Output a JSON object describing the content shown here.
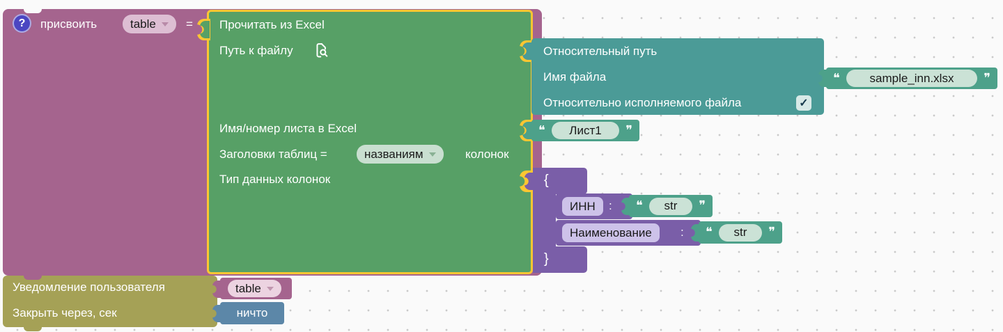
{
  "colors": {
    "background": "#fafafa",
    "grid_dot": "#c9c9c9",
    "assign_block": "#a5648e",
    "excel_block": "#57a066",
    "selection_outline": "#fcc632",
    "relative_path_block": "#4b9b97",
    "string_block": "#4da18a",
    "dict_block": "#7a5ea8",
    "notify_block": "#a5a156",
    "nothing_block": "#5c87a8",
    "help_icon_bg": "#4b46c2",
    "field_pink": "#ddbed3",
    "field_green": "#c9dfd0",
    "field_light_green": "#cbe2d6",
    "field_lavender": "#cdc2e9",
    "checkbox_bg": "#d7e9e7"
  },
  "assign_block": {
    "help_icon": "?",
    "label": "присвоить",
    "variable": "table",
    "equals": "="
  },
  "excel_block": {
    "title": "Прочитать из Excel",
    "path_label": "Путь к файлу",
    "sheet_label": "Имя/номер листа в Excel",
    "headers_label": "Заголовки таблиц =",
    "headers_value": "названиям",
    "headers_suffix": "колонок",
    "types_label": "Тип данных колонок"
  },
  "relative_path_block": {
    "title": "Относительный путь",
    "file_name_label": "Имя файла",
    "relative_flag_label": "Относительно исполняемого файла",
    "checkbox_mark": "✓"
  },
  "file_string": {
    "open_quote": "❝",
    "value": "sample_inn.xlsx",
    "close_quote": "❞"
  },
  "sheet_string": {
    "open_quote": "❝",
    "value": "Лист1",
    "close_quote": "❞"
  },
  "dict_block": {
    "open_brace": "{",
    "close_brace": "}",
    "entries": [
      {
        "key": "ИНН",
        "colon": ":",
        "value": "str",
        "open_quote": "❝",
        "close_quote": "❞"
      },
      {
        "key": "Наименование",
        "colon": ":",
        "value": "str",
        "open_quote": "❝",
        "close_quote": "❞"
      }
    ]
  },
  "notify_block": {
    "title": "Уведомление пользователя",
    "close_after_label": "Закрыть через, сек"
  },
  "notify_var": {
    "value": "table"
  },
  "nothing_block": {
    "value": "ничто"
  }
}
